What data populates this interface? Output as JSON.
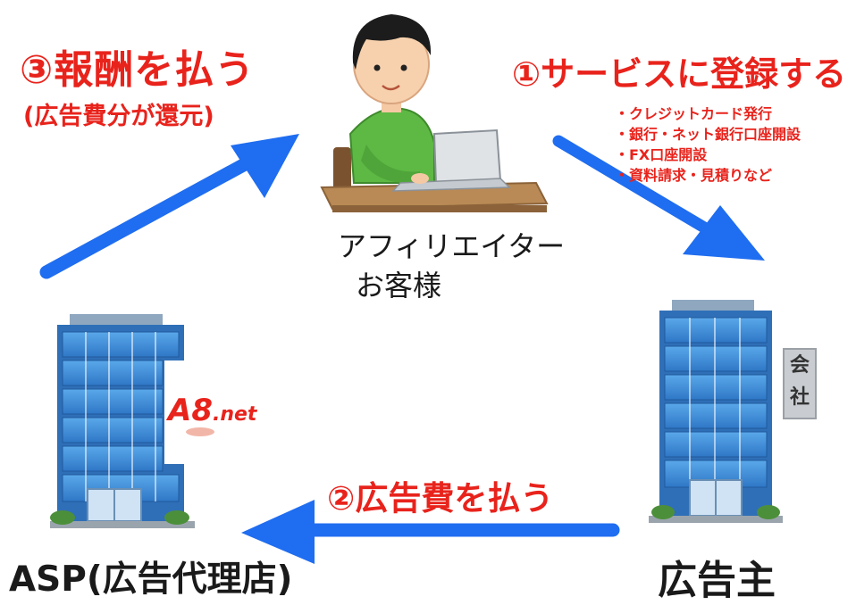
{
  "step3": {
    "title": "③報酬を払う",
    "subtitle": "(広告費分が還元)"
  },
  "step1": {
    "title": "①サービスに登録する",
    "items": [
      "・クレジットカード発行",
      "・銀行・ネット銀行口座開設",
      "・FX口座開設",
      "・資料請求・見積りなど"
    ]
  },
  "person": {
    "label_line1": "アフィリエイター",
    "label_line2": "お客様"
  },
  "step2": {
    "title": "②広告費を払う"
  },
  "asp": {
    "label": "ASP(広告代理店)",
    "logo_text": "A8",
    "logo_suffix": ".net"
  },
  "advertiser": {
    "label": "広告主",
    "sign_text": [
      "会",
      "社"
    ]
  },
  "colors": {
    "accent_red": "#e8231c",
    "arrow_blue": "#1f6df0",
    "building_blue": "#3f8fd9",
    "shirt_green": "#5db844"
  },
  "icons": [
    "affiliate-person-icon",
    "asp-building-icon",
    "advertiser-building-icon",
    "arrow-icon"
  ]
}
